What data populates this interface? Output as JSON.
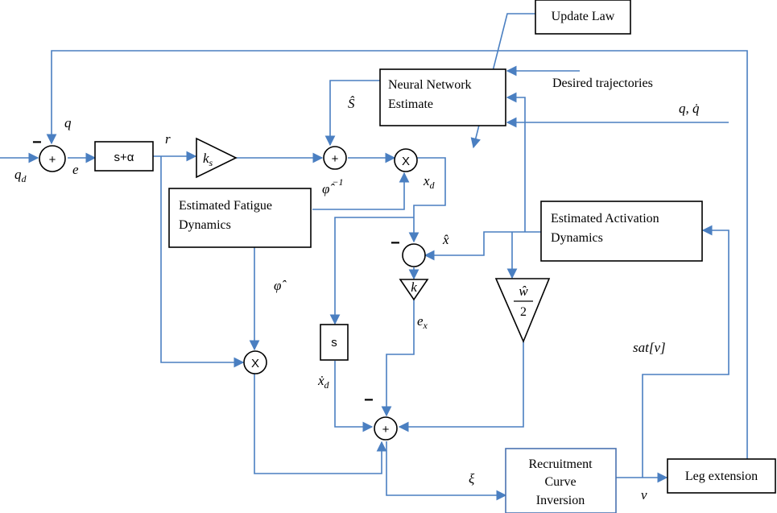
{
  "blocks": {
    "update_law": "Update Law",
    "nn_line1": "Neural Network",
    "nn_line2": "Estimate",
    "fatigue_line1": "Estimated Fatigue",
    "fatigue_line2": "Dynamics",
    "activation_line1": "Estimated Activation",
    "activation_line2": "Dynamics",
    "recruit_line1": "Recruitment",
    "recruit_line2": "Curve",
    "recruit_line3": "Inversion",
    "leg": "Leg extension",
    "controller": "s+α",
    "diff": "s"
  },
  "operators": {
    "sum": "+",
    "mult": "X"
  },
  "gains": {
    "ks_base": "k",
    "ks_sub": "s",
    "k": "k",
    "w_hat": "ŵ",
    "two": "2"
  },
  "signals": {
    "q": "q",
    "qd_base": "q",
    "qd_sub": "d",
    "e": "e",
    "r": "r",
    "S_hat": "Ŝ",
    "phi_inv_base": "φ̂",
    "phi_inv_sup": "−1",
    "phi_hat": "φ̂",
    "xd_base": "x",
    "xd_sub": "d",
    "x_hat": "x̂",
    "ex_base": "e",
    "ex_sub": "x",
    "xdot_d_base": "ẋ",
    "xdot_d_sub": "d",
    "xi": "ξ",
    "nu": "ν",
    "sat": "sat[v]",
    "q_qdot": "q, q̇",
    "desired": "Desired trajectories"
  },
  "signs": {
    "minus": "−"
  }
}
